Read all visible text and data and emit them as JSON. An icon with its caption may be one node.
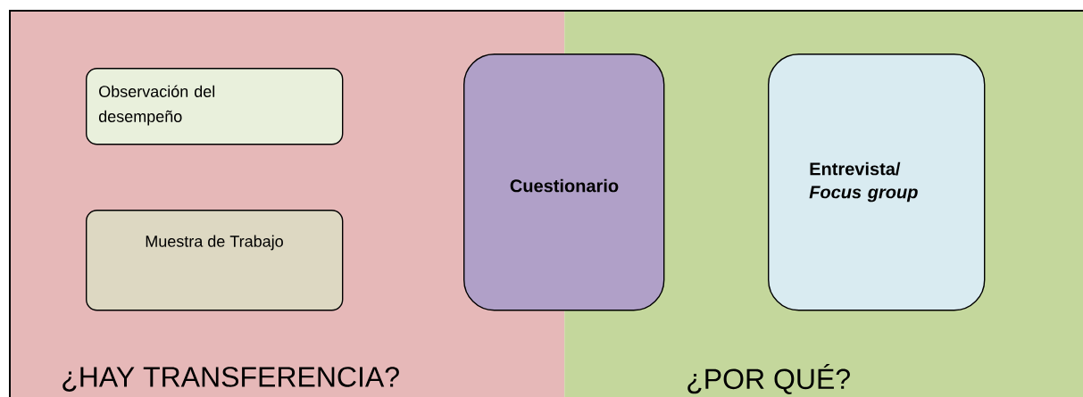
{
  "diagram": {
    "nodes": [
      {
        "text": [
          "¿HAY TRANSFERENCIA?"
        ]
      },
      {
        "text": [
          "¿POR QUÉ?"
        ]
      },
      {
        "text": [
          "Observación del desempeño"
        ],
        "in": 0
      },
      {
        "text": [
          "Muestra de Trabajo"
        ],
        "in": 0
      },
      {
        "text": [
          "Cuestionario"
        ]
      },
      {
        "text": [
          "Entrevista/ *Focus group*"
        ],
        "in": 1
      }
    ]
  }
}
